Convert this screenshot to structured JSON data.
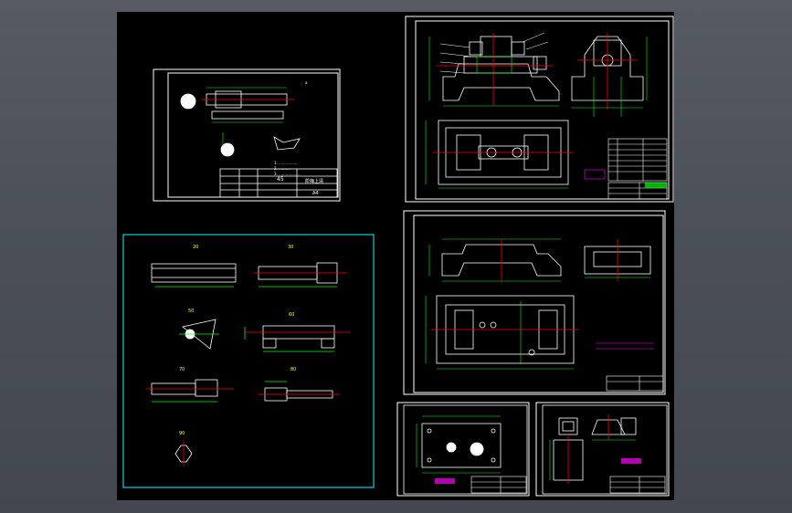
{
  "window": {
    "title": ""
  },
  "sheets": {
    "part_sheet": {
      "material": "45",
      "scale": "A4",
      "title_cn": "阶梅上清"
    },
    "part_list": {
      "labels": [
        "20",
        "30",
        "50",
        "60",
        "70",
        "80",
        "90"
      ]
    }
  },
  "colors": {
    "background": "#000000",
    "outline": "#ffffff",
    "dimension": "#00ff00",
    "centerline": "#ff0000",
    "frame_cyan": "#00ffff",
    "annotation": "#ff00ff"
  }
}
